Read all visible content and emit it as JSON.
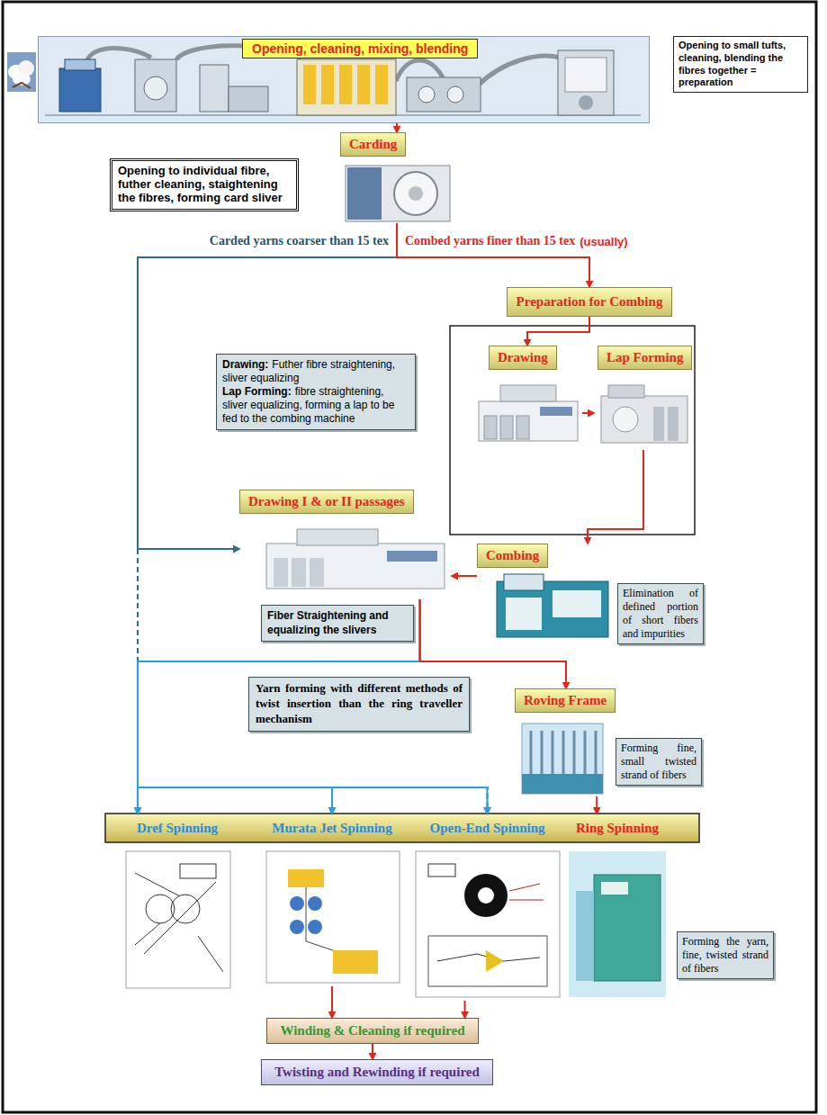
{
  "diagram": {
    "nodes": [
      {
        "text": [
          "Opening, cleaning, mixing, blending"
        ]
      },
      {
        "text": [
          "Opening to small tufts, cleaning, blending the fibres together = preparation"
        ]
      },
      {
        "text": [
          "Carding"
        ]
      },
      {
        "text": [
          "Opening to individual fibre, futher cleaning, staightening the fibres, forming card sliver"
        ]
      },
      {
        "text": [
          "Preparation for Combing"
        ]
      },
      {
        "text": [
          "Drawing:",
          "Futher fibre straightening, sliver equalizing",
          "Lap Forming:",
          "fibre straightening, sliver equalizing, forming a lap to be fed to the combing machine"
        ]
      },
      {
        "text": [
          "Drawing"
        ]
      },
      {
        "text": [
          "Lap Forming"
        ]
      },
      {
        "text": [
          "Drawing I & or II passages"
        ]
      },
      {
        "text": [
          "Combing"
        ]
      },
      {
        "text": [
          "Elimination of defined portion of short fibers and impurities"
        ]
      },
      {
        "text": [
          "Fiber Straightening and equalizing the slivers"
        ]
      },
      {
        "text": [
          "Yarn forming with different methods of twist insertion than the ring traveller mechanism"
        ]
      },
      {
        "text": [
          "Roving Frame"
        ]
      },
      {
        "text": [
          "Forming fine, small twisted strand of fibers"
        ]
      },
      {
        "text": [
          "Dref Spinning"
        ]
      },
      {
        "text": [
          "Murata Jet Spinning"
        ]
      },
      {
        "text": [
          "Open-End Spinning"
        ]
      },
      {
        "text": [
          "Ring Spinning"
        ]
      },
      {
        "text": [
          "Forming the yarn, fine, twisted strand of fibers"
        ]
      },
      {
        "text": [
          "Winding & Cleaning if required"
        ]
      },
      {
        "text": [
          "Twisting and Rewinding if required"
        ]
      }
    ],
    "edges": [
      {
        "from": 0,
        "to": 2,
        "arrow": "to"
      },
      {
        "from": 2,
        "to": 15,
        "arrow": "to"
      },
      {
        "from": 2,
        "to": 16,
        "arrow": "to"
      },
      {
        "from": 2,
        "to": 17,
        "arrow": "to"
      },
      {
        "from": 2,
        "to": 8,
        "arrow": "to"
      },
      {
        "from": 2,
        "to": 4,
        "arrow": "to"
      },
      {
        "from": 4,
        "to": 6,
        "arrow": "to"
      },
      {
        "from": 6,
        "to": 7,
        "arrow": "to"
      },
      {
        "from": 7,
        "to": 9,
        "arrow": "to"
      },
      {
        "from": 9,
        "to": 8,
        "arrow": "to"
      },
      {
        "from": 8,
        "to": 15,
        "arrow": "to"
      },
      {
        "from": 8,
        "to": 16,
        "arrow": "to"
      },
      {
        "from": 8,
        "to": 17,
        "arrow": "to"
      },
      {
        "from": 8,
        "to": 13,
        "arrow": "to"
      },
      {
        "from": 13,
        "to": 18,
        "arrow": "to"
      },
      {
        "from": 16,
        "to": 20,
        "arrow": "to"
      },
      {
        "from": 17,
        "to": 20,
        "arrow": "to"
      },
      {
        "from": 20,
        "to": 21,
        "arrow": "to"
      }
    ],
    "labels": [
      "Carded yarns coarser than 15 tex",
      "Combed yarns finer than 15 tex",
      "(usually)"
    ]
  }
}
